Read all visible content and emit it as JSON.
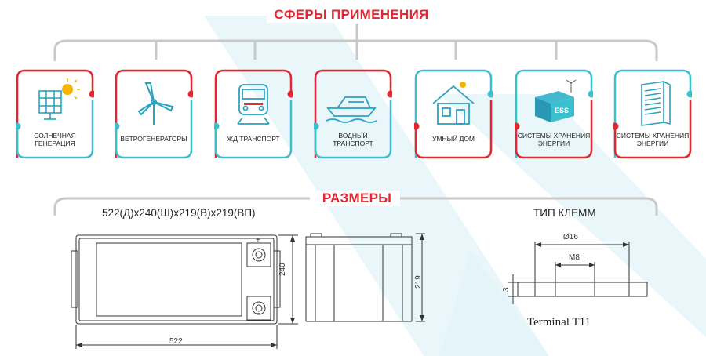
{
  "headings": {
    "applications": "СФЕРЫ ПРИМЕНЕНИЯ",
    "dimensions": "РАЗМЕРЫ"
  },
  "cards": [
    {
      "icon": "solar-panel-icon",
      "lines": [
        "СОЛНЕЧНАЯ",
        "ГЕНЕРАЦИЯ"
      ],
      "accent": "#e3262f"
    },
    {
      "icon": "wind-turbine-icon",
      "lines": [
        "ВЕТРОГЕНЕРАТОРЫ"
      ],
      "accent": "#e3262f"
    },
    {
      "icon": "train-icon",
      "lines": [
        "ЖД ТРАНСПОРТ"
      ],
      "accent": "#e3262f"
    },
    {
      "icon": "boat-icon",
      "lines": [
        "ВОДНЫЙ",
        "ТРАНСПОРТ"
      ],
      "accent": "#e3262f"
    },
    {
      "icon": "smart-home-icon",
      "lines": [
        "УМНЫЙ ДОМ"
      ],
      "accent": "#3bbfcf"
    },
    {
      "icon": "ess-container-icon",
      "lines": [
        "СИСТЕМЫ ХРАНЕНИЯ",
        "ЭНЕРГИИ"
      ],
      "accent": "#3bbfcf"
    },
    {
      "icon": "server-rack-icon",
      "lines": [
        "СИСТЕМЫ ХРАНЕНИЯ",
        "ЭНЕРГИИ"
      ],
      "accent": "#3bbfcf"
    }
  ],
  "dimensions": {
    "overall": "522(Д)x240(Ш)x219(В)x219(ВП)",
    "length": "522",
    "width": "240",
    "height": "219",
    "plus": "+",
    "minus": "−"
  },
  "terminal": {
    "title": "ТИП КЛЕММ",
    "diameter": "Ø16",
    "thread": "M8",
    "thickness": "3",
    "caption": "Terminal T11"
  },
  "colors": {
    "red": "#e3262f",
    "cyan": "#3bbfcf",
    "gray": "#c8c8c8"
  }
}
